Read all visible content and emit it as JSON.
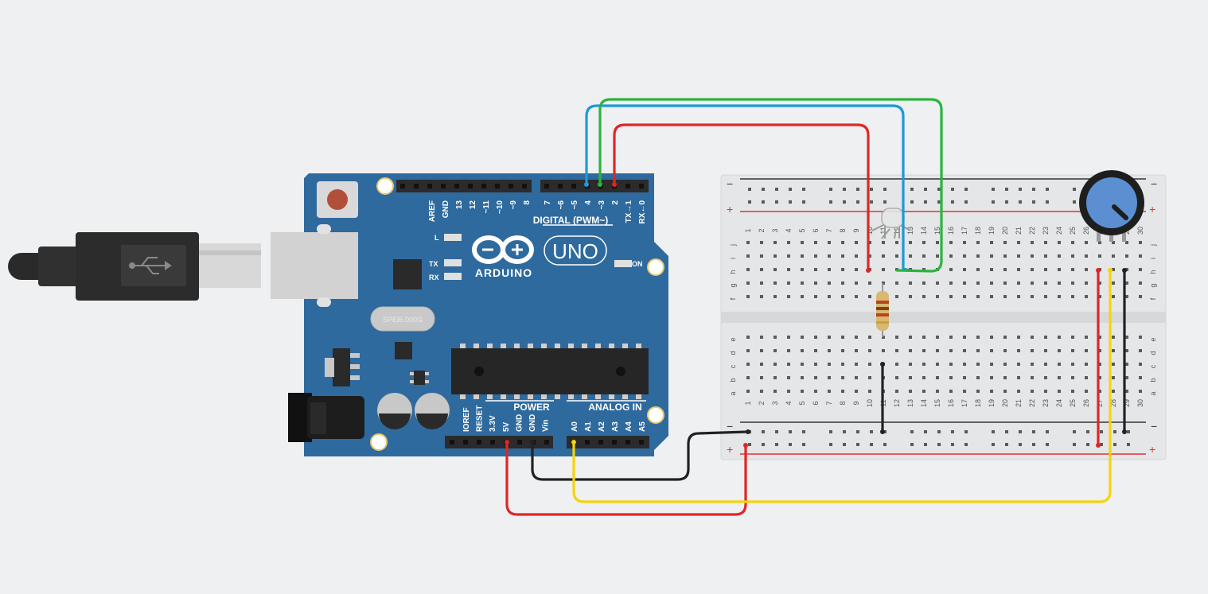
{
  "arduino": {
    "brand": "ARDUINO",
    "model": "UNO",
    "crystal": "SPEI6.000G",
    "led_l": "L",
    "led_tx": "TX",
    "led_rx": "RX",
    "led_on": "ON",
    "digital_label": "DIGITAL (PWM~)",
    "power_label": "POWER",
    "analog_label": "ANALOG IN",
    "digital_pins_left": [
      "AREF",
      "GND",
      "13",
      "12",
      "~11",
      "~10",
      "~9",
      "8"
    ],
    "digital_pins_right": [
      "7",
      "~6",
      "~5",
      "4",
      "~3",
      "2",
      "TX→1",
      "RX←0"
    ],
    "power_pins": [
      "IOREF",
      "RESET",
      "3.3V",
      "5V",
      "GND",
      "GND",
      "Vin"
    ],
    "analog_pins": [
      "A0",
      "A1",
      "A2",
      "A3",
      "A4",
      "A5"
    ]
  },
  "breadboard": {
    "columns": 30,
    "rows_top": [
      "j",
      "i",
      "h",
      "g",
      "f"
    ],
    "rows_bottom": [
      "e",
      "d",
      "c",
      "b",
      "a"
    ],
    "minus": "−",
    "plus": "+"
  },
  "colors": {
    "background": "#eef0f2",
    "board": "#2f6a9e",
    "red_wire": "#e02525",
    "black_wire": "#222222",
    "yellow_wire": "#f5d40a",
    "green_wire": "#2bb33d",
    "blue_wire": "#1b9ad6",
    "breadboard": "#e5e6e7",
    "pot_knob": "#5b8fd2"
  }
}
